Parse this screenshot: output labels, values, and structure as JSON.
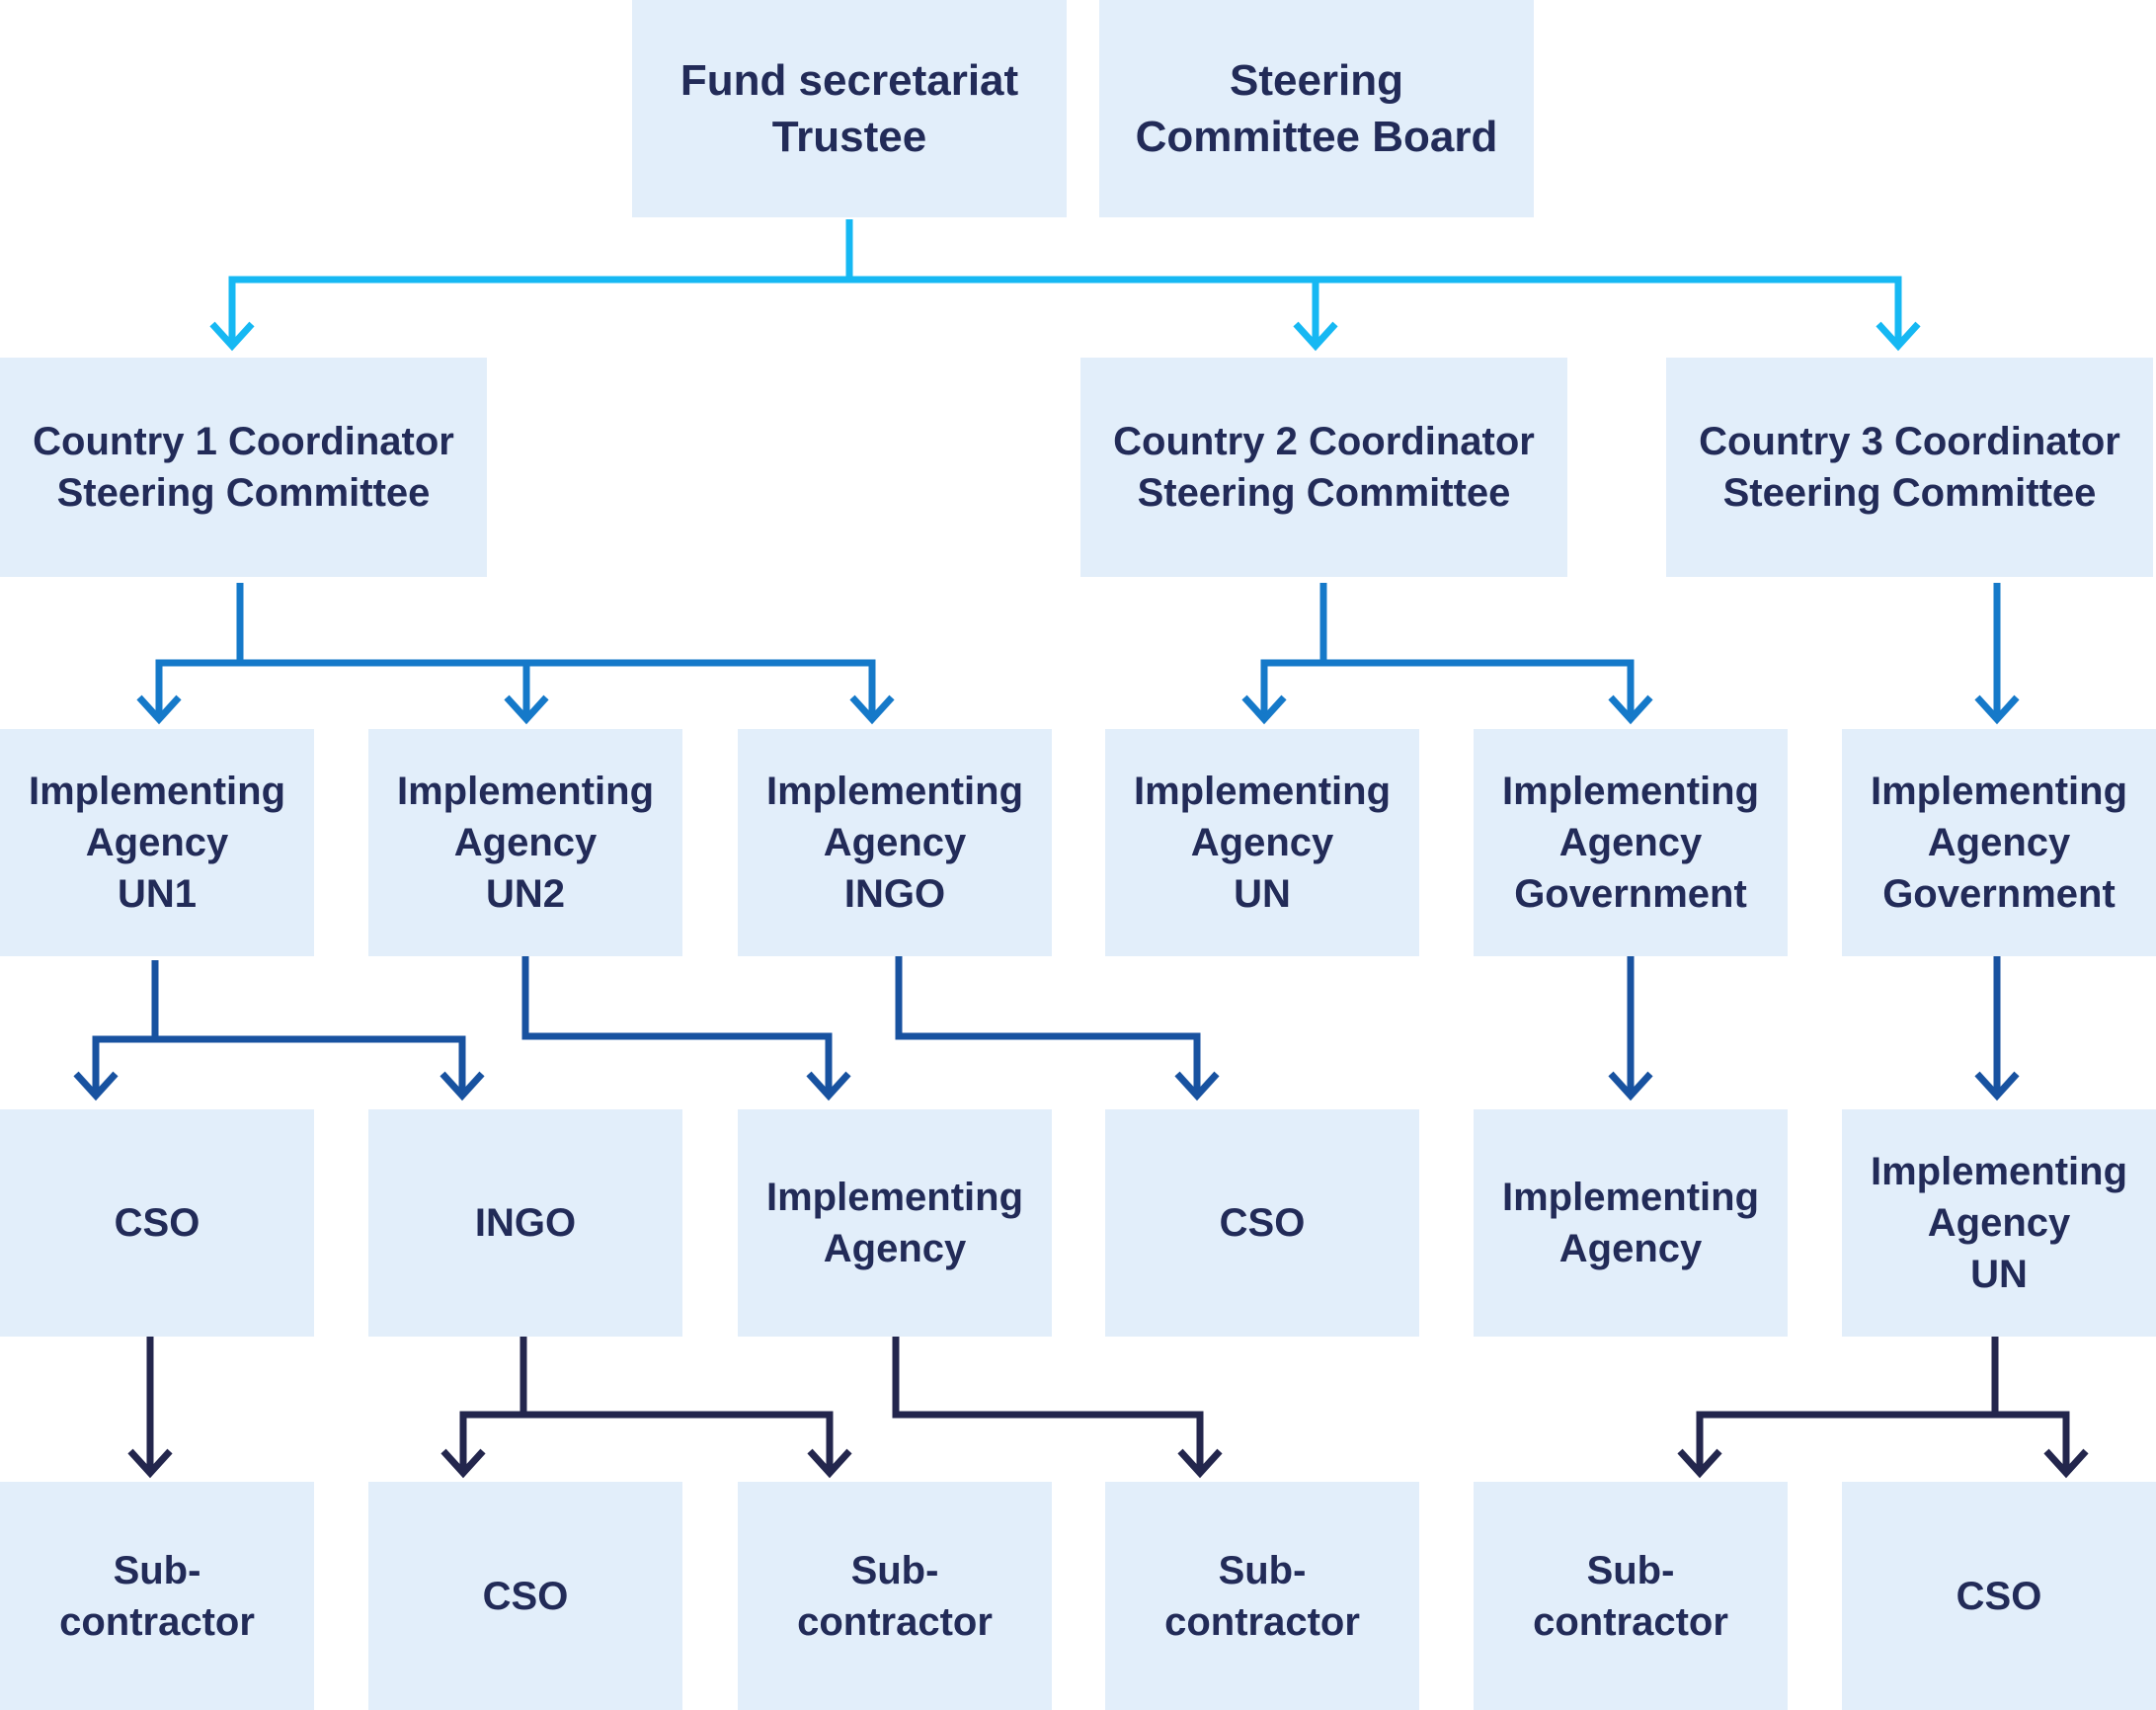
{
  "diagram": {
    "top": {
      "secretariat": [
        "Fund secretariat",
        "Trustee"
      ],
      "steering": [
        "Steering",
        "Committee Board"
      ]
    },
    "coordinators": [
      [
        "Country 1 Coordinator",
        "Steering Committee"
      ],
      [
        "Country 2 Coordinator",
        "Steering Committee"
      ],
      [
        "Country 3 Coordinator",
        "Steering Committee"
      ]
    ],
    "agencies": [
      [
        "Implementing",
        "Agency",
        "UN1"
      ],
      [
        "Implementing",
        "Agency",
        "UN2"
      ],
      [
        "Implementing",
        "Agency",
        "INGO"
      ],
      [
        "Implementing",
        "Agency",
        "UN"
      ],
      [
        "Implementing",
        "Agency",
        "Government"
      ],
      [
        "Implementing",
        "Agency",
        "Government"
      ]
    ],
    "partners": [
      [
        "CSO"
      ],
      [
        "INGO"
      ],
      [
        "Implementing",
        "Agency"
      ],
      [
        "CSO"
      ],
      [
        "Implementing",
        "Agency"
      ],
      [
        "Implementing",
        "Agency",
        "UN"
      ]
    ],
    "subs": [
      [
        "Sub-",
        "contractor"
      ],
      [
        "CSO"
      ],
      [
        "Sub-",
        "contractor"
      ],
      [
        "Sub-",
        "contractor"
      ],
      [
        "Sub-",
        "contractor"
      ],
      [
        "CSO"
      ]
    ]
  },
  "colors": {
    "box_fill": "#e2eefa",
    "text": "#222b58",
    "level1_connector": "#16b8f3",
    "level2_connector": "#1579c9",
    "level3_connector": "#1852a0",
    "level4_connector": "#23264d"
  }
}
